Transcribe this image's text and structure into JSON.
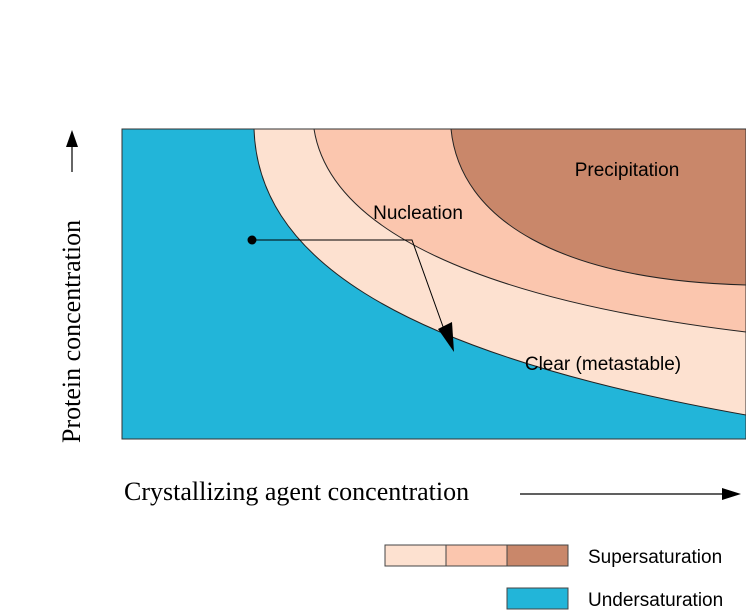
{
  "diagram": {
    "regions": {
      "precipitation": "Precipitation",
      "nucleation": "Nucleation",
      "clear": "Clear (metastable)"
    },
    "axes": {
      "y_label": "Protein concentration",
      "x_label": "Crystallizing agent concentration"
    },
    "legend": {
      "supersaturation": "Supersaturation",
      "undersaturation": "Undersaturation"
    },
    "colors": {
      "undersaturation": "#22b5d9",
      "clear": "#fde1d0",
      "nucleation": "#fbc6ae",
      "precipitation": "#c9876a"
    }
  }
}
